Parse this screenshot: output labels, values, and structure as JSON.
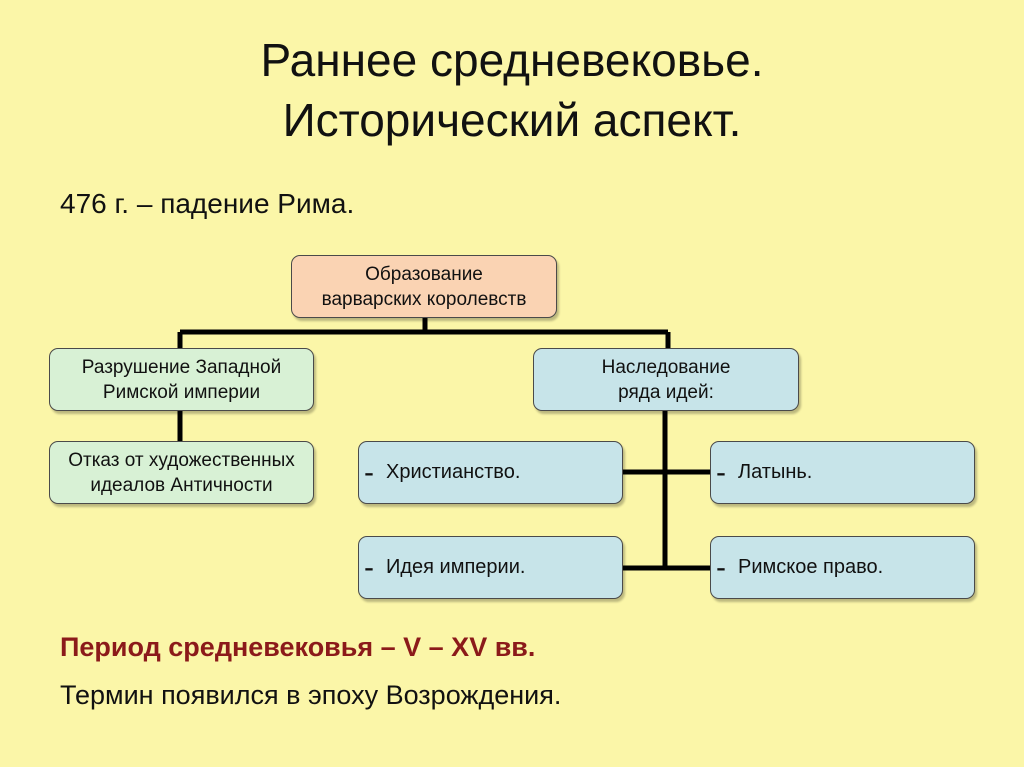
{
  "title": {
    "line1": "Раннее средневековье.",
    "line2": "Исторический аспект."
  },
  "fall_of_rome": "476 г. – падение Рима.",
  "diagram": {
    "root": {
      "line1": "Образование",
      "line2": "варварских королевств"
    },
    "left": {
      "line1": "Разрушение Западной",
      "line2": "Римской империи"
    },
    "left_child": {
      "line1": "Отказ от художественных",
      "line2": "идеалов Античности"
    },
    "right": {
      "line1": "Наследование",
      "line2": "ряда идей:"
    },
    "ideas": [
      {
        "dash": "-",
        "text": "Христианство."
      },
      {
        "dash": "-",
        "text": "Латынь."
      },
      {
        "dash": "-",
        "text": "Идея империи."
      },
      {
        "dash": "-",
        "text": "Римское право."
      }
    ]
  },
  "period": "Период средневековья – V – XV вв.",
  "term": "Термин появился в эпоху Возрождения.",
  "colors": {
    "background": "#fbf6a8",
    "root_box": "#fad3b3",
    "left_boxes": "#d8f1d5",
    "right_boxes": "#c7e4e9",
    "period_text": "#8b1a1a"
  }
}
